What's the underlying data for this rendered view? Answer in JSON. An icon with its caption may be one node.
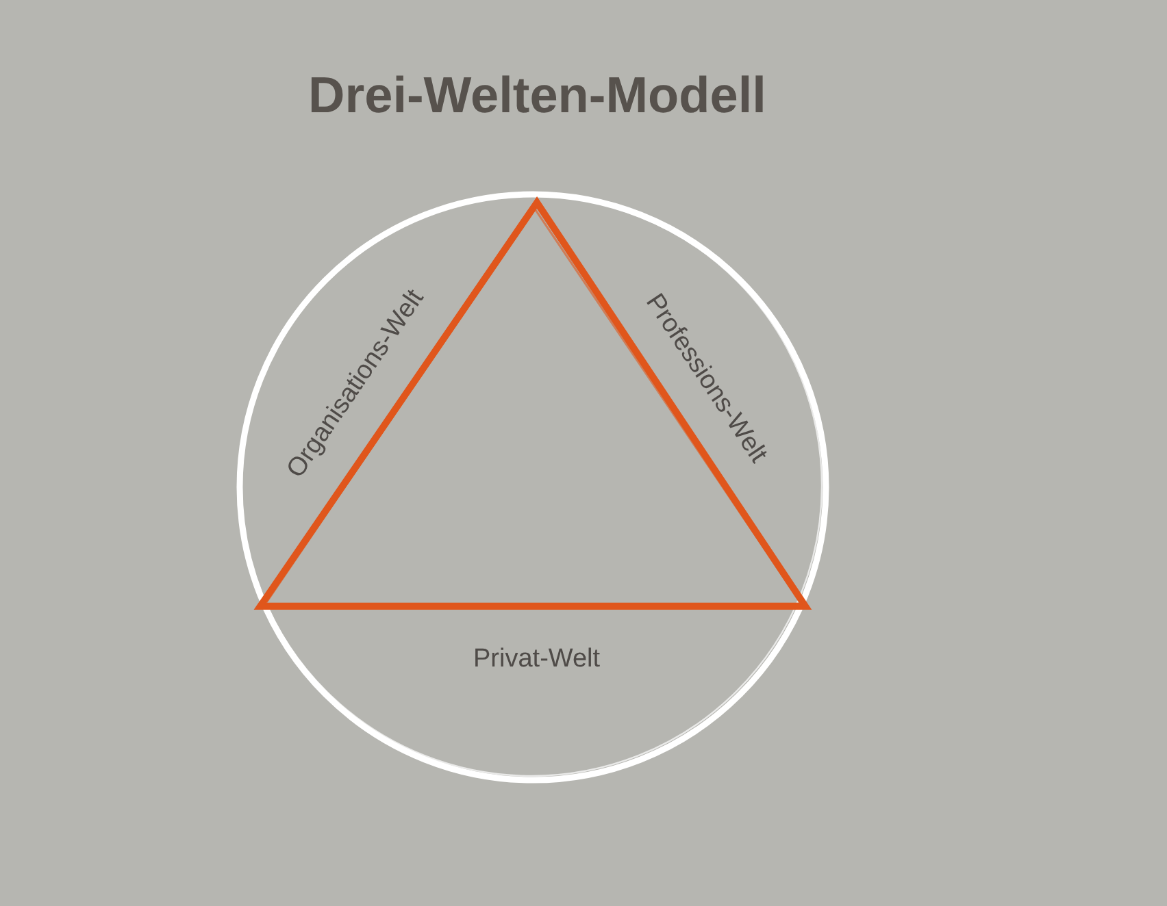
{
  "diagram": {
    "title": "Drei-Welten-Modell",
    "labels": [
      "Organisations-Welt",
      "Professions-Welt",
      "Privat-Welt"
    ]
  }
}
